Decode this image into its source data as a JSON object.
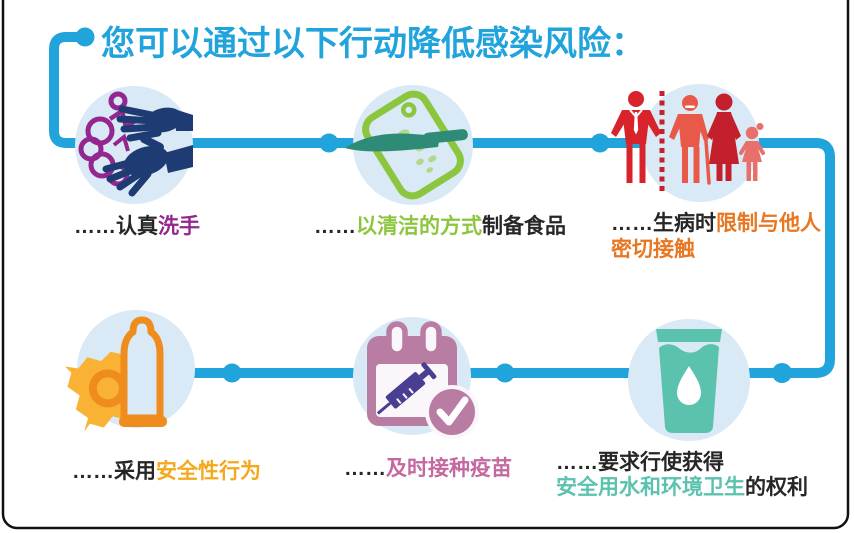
{
  "title": "您可以通过以下行动降低感染风险：",
  "colors": {
    "accent_blue": "#21a3dc",
    "circle_bg": "#d9eaf6",
    "text_dark": "#262626",
    "wash_purple": "#93278f",
    "food_green": "#8cc63f",
    "contact_orange": "#e87722",
    "condom_amber": "#f5a81c",
    "vaccine_pink": "#c4699f",
    "water_teal": "#5bc2ae",
    "people_red": "#d8232a",
    "hands_navy": "#1f3b73",
    "calendar_mauve": "#b97ca3",
    "syringe_purple": "#4a3e92",
    "knife_teal": "#2e8b76",
    "wrapper_orange": "#f9b233",
    "condom_outline_orange": "#ee8d1e"
  },
  "steps": [
    {
      "name": "wash-hands",
      "caption": {
        "prefix": "……认真",
        "highlight": "洗手"
      }
    },
    {
      "name": "clean-food-prep",
      "caption": {
        "prefix": "……",
        "highlight": "以清洁的方式",
        "suffix": "制备食品"
      }
    },
    {
      "name": "limit-close-contact-when-sick",
      "caption": {
        "line1_prefix": "……生病时",
        "line1_highlight": "限制与他人",
        "line2_highlight": "密切接触"
      }
    },
    {
      "name": "safe-sex",
      "caption": {
        "prefix": "……采用",
        "highlight": "安全性行为"
      }
    },
    {
      "name": "timely-vaccination",
      "caption": {
        "prefix": "……",
        "highlight": "及时接种疫苗"
      }
    },
    {
      "name": "water-and-sanitation-rights",
      "caption": {
        "line1": "……要求行使获得",
        "line2_highlight": "安全用水和环境卫生",
        "line2_suffix": "的权利"
      }
    }
  ]
}
